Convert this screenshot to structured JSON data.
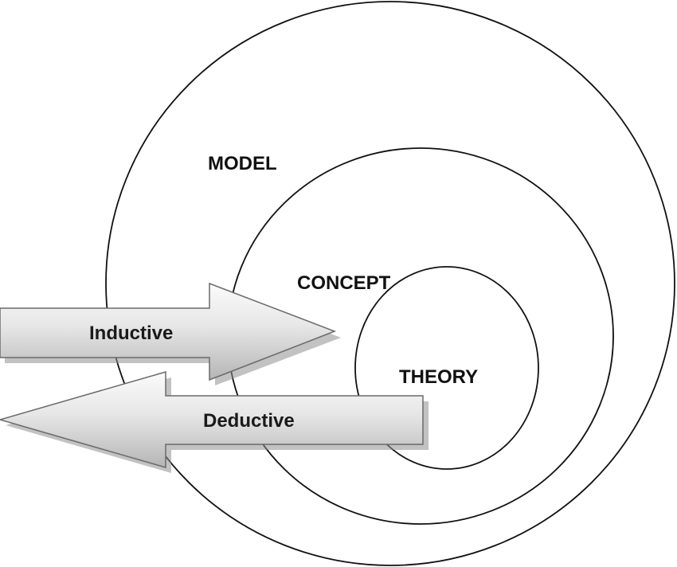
{
  "diagram": {
    "rings": {
      "outer_label": "MODEL",
      "middle_label": "CONCEPT",
      "inner_label": "THEORY"
    },
    "arrows": {
      "right_label": "Inductive",
      "left_label": "Deductive"
    },
    "colors": {
      "ring_stroke": "#111111",
      "arrow_light": "#f4f4f4",
      "arrow_dark": "#b9b9b9",
      "arrow_shadow": "#9a9a9a"
    }
  }
}
